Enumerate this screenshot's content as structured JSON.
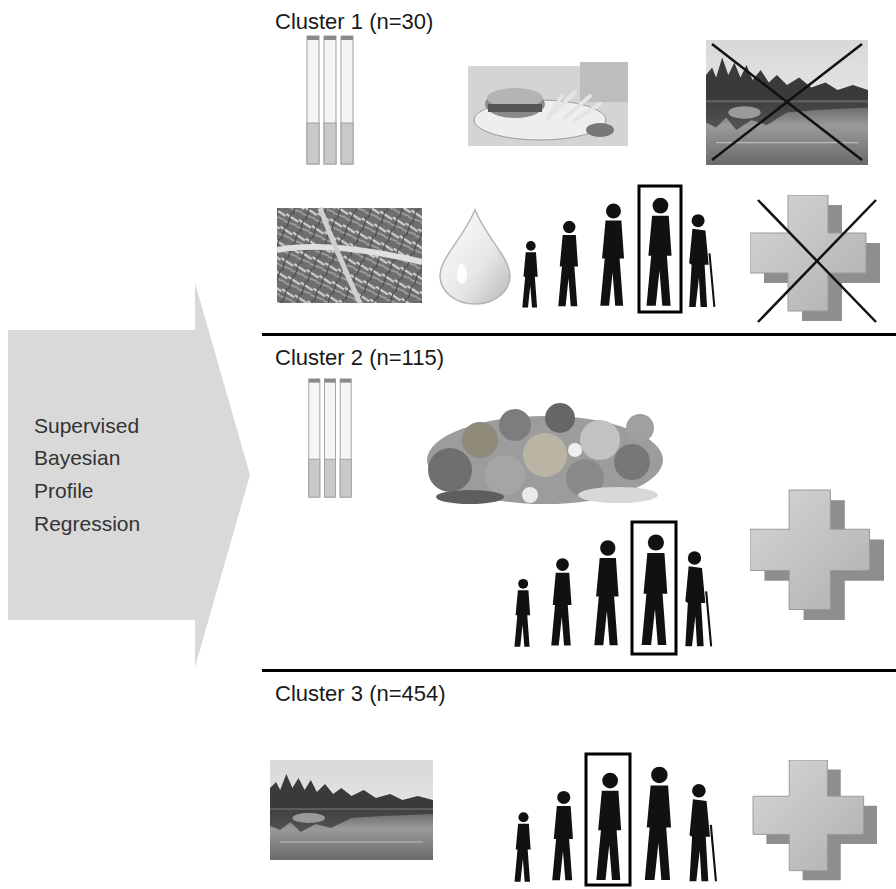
{
  "diagram": {
    "nodes": [
      {
        "text": [
          "Supervised Bayesian Profile Regression"
        ]
      },
      {
        "text": [
          "Cluster 1 (n=30)"
        ]
      },
      {
        "text": [
          "Cluster 2 (n=115)"
        ]
      },
      {
        "text": [
          "Cluster 3 (n=454)"
        ]
      }
    ]
  }
}
